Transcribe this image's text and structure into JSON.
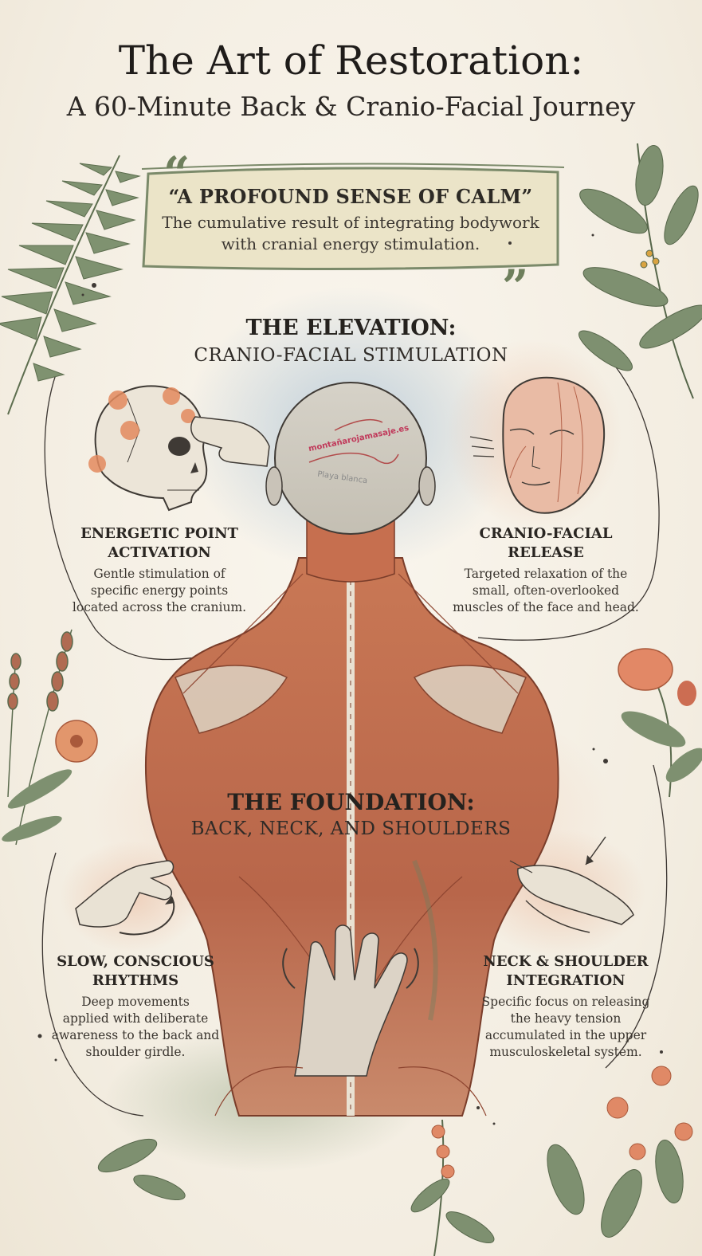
{
  "header": {
    "title": "The Art of Restoration:",
    "subtitle": "A 60-Minute Back & Cranio-Facial Journey"
  },
  "quote": {
    "heading": "“A PROFOUND SENSE OF CALM”",
    "line1": "The cumulative result of integrating bodywork",
    "line2": "with cranial energy stimulation."
  },
  "elevation": {
    "heading": "THE ELEVATION:",
    "subheading": "CRANIO-FACIAL STIMULATION",
    "left": {
      "title1": "ENERGETIC POINT",
      "title2": "ACTIVATION",
      "lines": [
        "Gentle stimulation of",
        "specific energy points",
        "located across the cranium."
      ]
    },
    "right": {
      "title1": "CRANIO-FACIAL",
      "title2": "RELEASE",
      "lines": [
        "Targeted relaxation of the",
        "small, often-overlooked",
        "muscles of the face and head."
      ]
    }
  },
  "foundation": {
    "heading": "THE FOUNDATION:",
    "subheading": "BACK, NECK, AND SHOULDERS",
    "left": {
      "title1": "SLOW, CONSCIOUS",
      "title2": "RHYTHMS",
      "lines": [
        "Deep movements",
        "applied with deliberate",
        "awareness to the back and",
        "shoulder girdle."
      ]
    },
    "right": {
      "title1": "NECK & SHOULDER",
      "title2": "INTEGRATION",
      "lines": [
        "Specific focus on releasing",
        "the heavy tension",
        "accumulated in the upper",
        "musculoskeletal system."
      ]
    }
  },
  "watermark": {
    "line1": "montañarojamasaje.es",
    "line2": "Playa blanca"
  },
  "colors": {
    "muscle": "#c4714f",
    "muscle_dark": "#9a4a33",
    "leaf": "#6f8060",
    "watercolor_blue": "#b9cbd8",
    "quote_box": "#e9e2c6",
    "point": "#e28a5c"
  }
}
